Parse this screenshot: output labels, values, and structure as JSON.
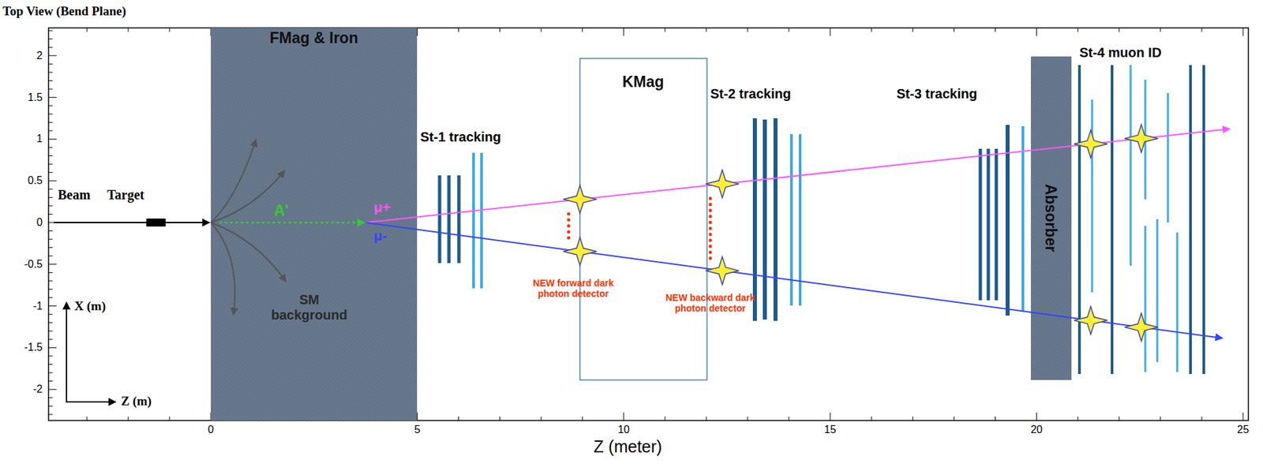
{
  "diagram": {
    "title": "Top View (Bend Plane)",
    "nodes": [
      {
        "text": [
          "FMag & Iron",
          "SM background"
        ]
      },
      {
        "text": [
          "KMag"
        ]
      },
      {
        "text": [
          "Absorber"
        ]
      }
    ],
    "labels": [
      "2",
      "1.5",
      "1",
      "0.5",
      "0",
      "-0.5",
      "-1",
      "-1.5",
      "-2",
      "0",
      "5",
      "10",
      "15",
      "20",
      "25",
      "Z (meter)",
      "Beam",
      "Target",
      "A'",
      "μ+",
      "μ-",
      "St-1 tracking",
      "St-2 tracking",
      "St-3 tracking",
      "St-4 muon ID",
      "NEW forward dark photon detector",
      "NEW backward dark photon detector",
      "X (m)",
      "Z (m)"
    ]
  }
}
